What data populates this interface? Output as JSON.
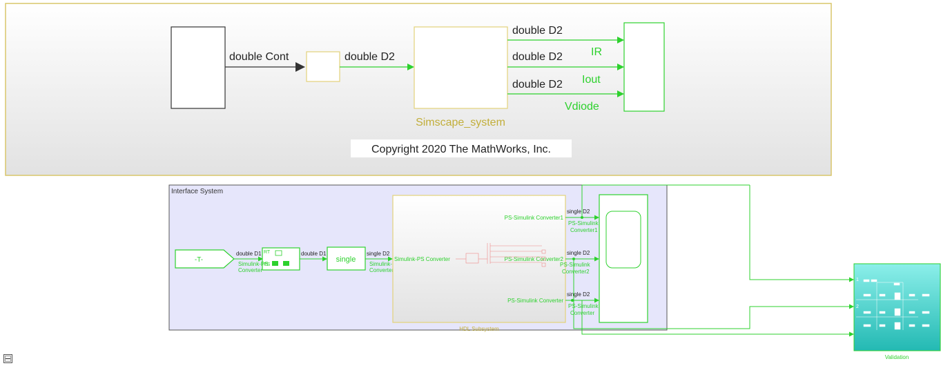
{
  "top_area": {
    "sig_cont": "double Cont",
    "sig_d2_in": "double D2",
    "sig_out1": "double D2",
    "sig_out2": "double D2",
    "sig_out3": "double D2",
    "label_ir": "IR",
    "label_iout": "Iout",
    "label_vdiode": "Vdiode",
    "subsystem_name": "Simscape_system",
    "copyright": "Copyright 2020 The MathWorks, Inc."
  },
  "interface": {
    "title": "Interface System",
    "goto_tag": "-T-",
    "sig_double_d1": "double D1",
    "sig_double_d1_b": "double D1",
    "sig_single_d2": "single D2",
    "rt_label": "RT",
    "ps_label": "PS",
    "single_block": "single",
    "conv1_name_a": "Simulink-PS",
    "conv1_name_b": "Converter",
    "conv2_name_a": "Simulink-PS",
    "conv2_name_b": "Converter",
    "hdl": {
      "name": "HDL Subsystem",
      "in_port": "Simulink-PS Converter",
      "out1": "PS-Simulink Converter1",
      "out2": "PS-Simulink Converter2",
      "out3": "PS-Simulink Converter"
    },
    "out_sig1": "single D2",
    "out_sig2": "single D2",
    "out_sig3": "single D2",
    "out_conv1_a": "PS-Simulink",
    "out_conv1_b": "Converter1",
    "out_conv2_a": "PS-Simulink",
    "out_conv2_b": "Converter2",
    "out_conv3_a": "PS-Simulink",
    "out_conv3_b": "Converter"
  },
  "validation": {
    "name": "Validation",
    "port1": "1",
    "port2": "2"
  },
  "colors": {
    "green": "#2dd12d",
    "yellow_block": "#e3d27a",
    "subsystem_label": "#c2ae3a",
    "area_border": "#d9c56a",
    "interface_bg": "#e6e6fb",
    "validation_fill": "#55dcd7"
  }
}
